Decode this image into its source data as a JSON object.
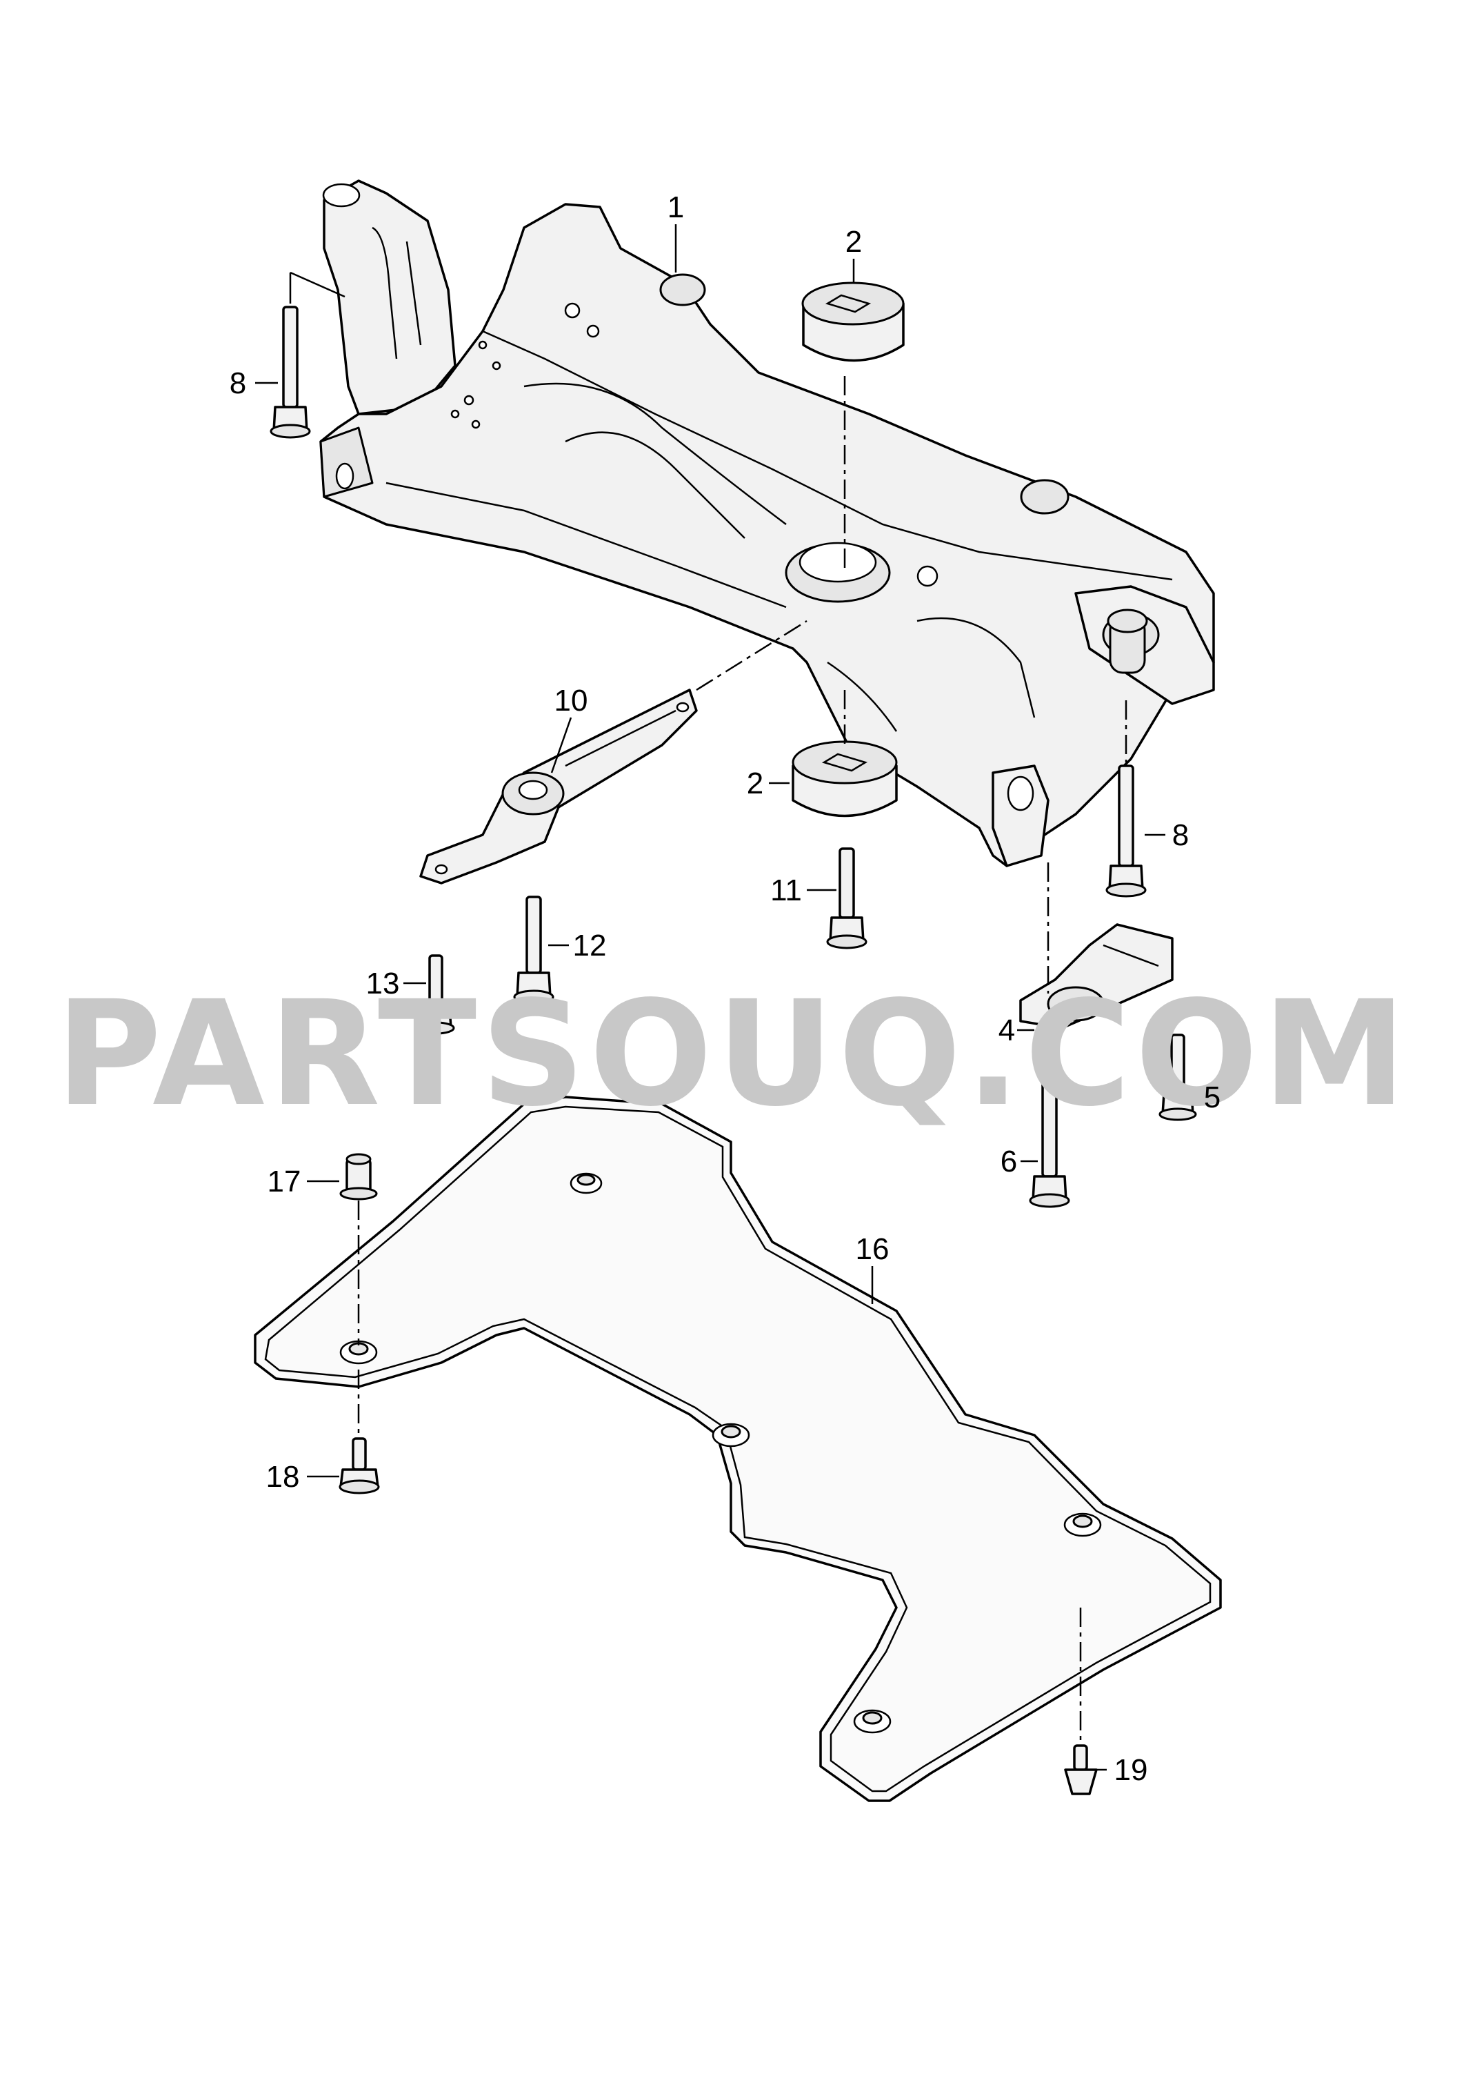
{
  "watermark": "PARTSOUQ.COM",
  "callouts": {
    "c1": "1",
    "c2a": "2",
    "c2b": "2",
    "c4": "4",
    "c5": "5",
    "c6": "6",
    "c8a": "8",
    "c8b": "8",
    "c10": "10",
    "c11": "11",
    "c12": "12",
    "c13": "13",
    "c16": "16",
    "c17": "17",
    "c18": "18",
    "c19": "19"
  }
}
